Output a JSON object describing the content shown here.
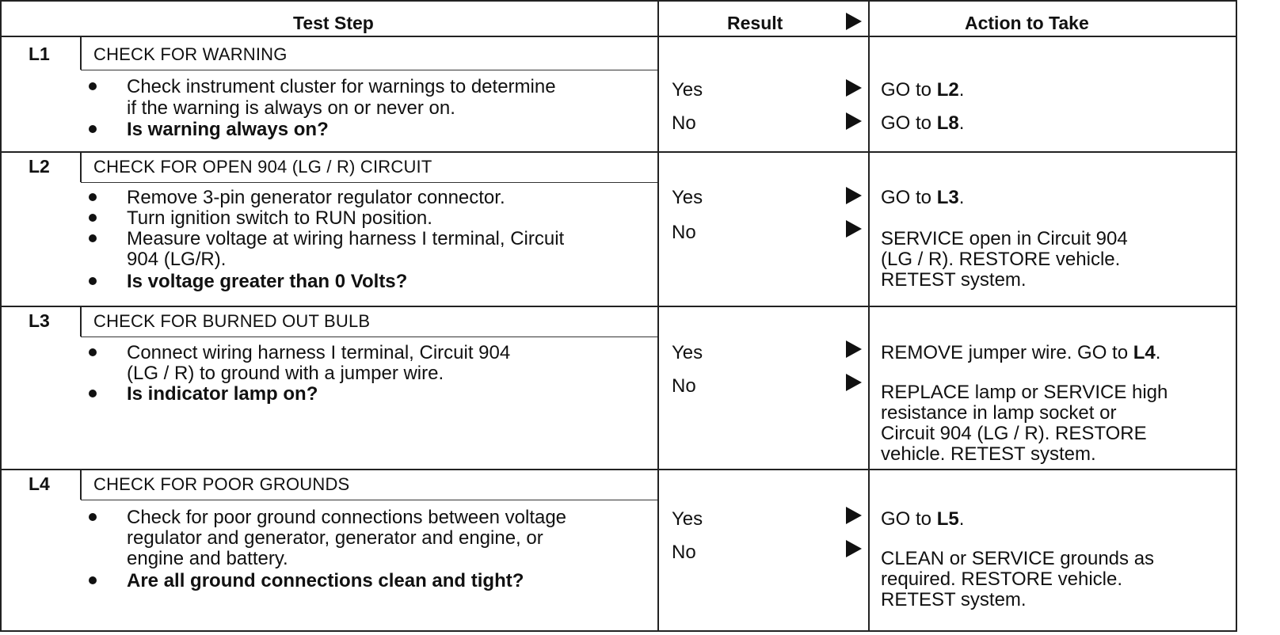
{
  "header": {
    "test_step": "Test Step",
    "result": "Result",
    "action": "Action to Take"
  },
  "steps": [
    {
      "code": "L1",
      "title": "CHECK FOR WARNING",
      "bullets": [
        {
          "text": "Check instrument cluster for warnings to determine",
          "cont": "if the warning is always on or never on."
        },
        {
          "text": "Is warning always on?",
          "bold": true
        }
      ],
      "results": [
        {
          "result": "Yes",
          "action_pre": "GO to ",
          "action_bold": "L2",
          "action_post": "."
        },
        {
          "result": "No",
          "action_pre": "GO to ",
          "action_bold": "L8",
          "action_post": "."
        }
      ]
    },
    {
      "code": "L2",
      "title": "CHECK FOR OPEN 904 (LG / R) CIRCUIT",
      "bullets": [
        {
          "text": "Remove 3-pin generator regulator connector."
        },
        {
          "text": "Turn ignition switch to RUN position."
        },
        {
          "text": "Measure voltage at wiring harness I terminal, Circuit",
          "cont": "904 (LG/R)."
        },
        {
          "text": "Is voltage greater than 0 Volts?",
          "bold": true
        }
      ],
      "results": [
        {
          "result": "Yes",
          "action_pre": "GO to ",
          "action_bold": "L3",
          "action_post": "."
        },
        {
          "result": "No",
          "action_lines": [
            "SERVICE open in Circuit 904",
            "(LG / R). RESTORE vehicle.",
            "RETEST system."
          ]
        }
      ]
    },
    {
      "code": "L3",
      "title": "CHECK FOR BURNED OUT BULB",
      "bullets": [
        {
          "text": "Connect wiring harness I terminal, Circuit 904",
          "cont": "(LG / R) to ground with a jumper wire."
        },
        {
          "text": "Is indicator lamp on?",
          "bold": true
        }
      ],
      "results": [
        {
          "result": "Yes",
          "action_pre": "REMOVE jumper wire. GO to ",
          "action_bold": "L4",
          "action_post": "."
        },
        {
          "result": "No",
          "action_lines": [
            "REPLACE lamp or SERVICE high",
            "resistance in lamp socket or",
            "Circuit 904 (LG / R). RESTORE",
            "vehicle. RETEST system."
          ]
        }
      ]
    },
    {
      "code": "L4",
      "title": "CHECK FOR POOR GROUNDS",
      "bullets": [
        {
          "text": "Check for poor ground connections between voltage",
          "cont": "regulator and generator, generator and engine, or",
          "cont2": "engine and battery."
        },
        {
          "text": "Are all ground connections clean and tight?",
          "bold": true
        }
      ],
      "results": [
        {
          "result": "Yes",
          "action_pre": "GO to ",
          "action_bold": "L5",
          "action_post": "."
        },
        {
          "result": "No",
          "action_lines": [
            "CLEAN or SERVICE grounds as",
            "required. RESTORE vehicle.",
            "RETEST system."
          ]
        }
      ]
    }
  ]
}
